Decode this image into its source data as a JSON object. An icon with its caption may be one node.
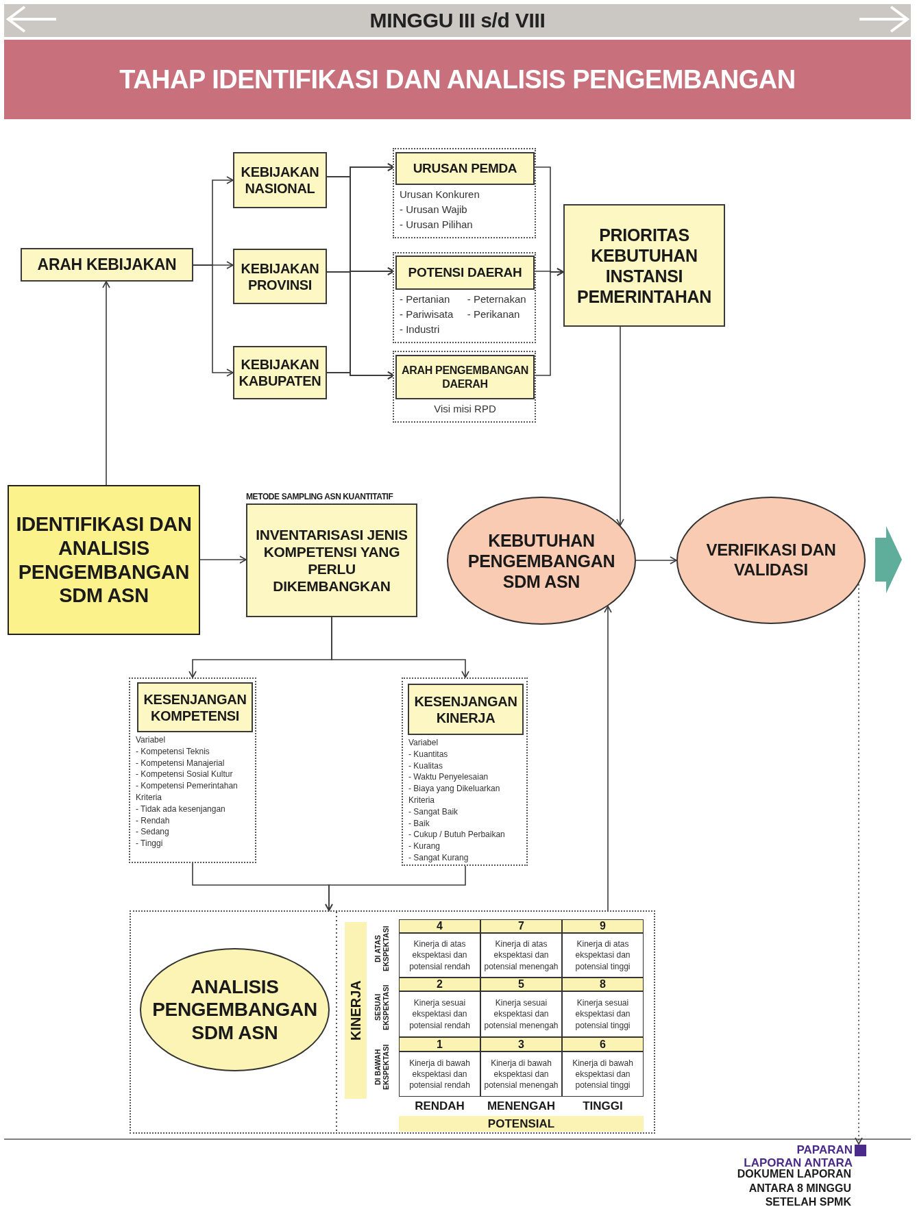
{
  "diagram": {
    "title": "TAHAP IDENTIFIKASI DAN ANALISIS PENGEMBANGAN",
    "nodes": [
      {
        "text": [
          "MINGGU III s/d VIII"
        ]
      },
      {
        "text": [
          "ARAH KEBIJAKAN"
        ]
      },
      {
        "text": [
          "KEBIJAKAN NASIONAL"
        ]
      },
      {
        "text": [
          "KEBIJAKAN PROVINSI"
        ]
      },
      {
        "text": [
          "KEBIJAKAN KABUPATEN"
        ]
      },
      {
        "text": [
          "Urusan Konkuren",
          "- Urusan Wajib",
          "- Urusan Pilihan"
        ]
      },
      {
        "text": [
          "URUSAN PEMDA"
        ],
        "in": 5
      },
      {
        "text": [
          "- Pertanian",
          "- Peternakan",
          "- Pariwisata",
          "- Perikanan",
          "- Industri"
        ]
      },
      {
        "text": [
          "POTENSI DAERAH"
        ],
        "in": 7
      },
      {
        "text": [
          "Visi misi RPD"
        ]
      },
      {
        "text": [
          "ARAH PENGEMBANGAN DAERAH"
        ],
        "in": 9
      },
      {
        "text": [
          "PRIORITAS KEBUTUHAN INSTANSI PEMERINTAHAN"
        ]
      },
      {
        "text": [
          "IDENTIFIKASI DAN ANALISIS PENGEMBANGAN SDM ASN"
        ]
      },
      {
        "text": [
          "INVENTARISASI JENIS KOMPETENSI YANG PERLU DIKEMBANGKAN"
        ],
        "beside": [
          "METODE SAMPLING ASN KUANTITATIF"
        ]
      },
      {
        "text": [
          "KEBUTUHAN PENGEMBANGAN SDM ASN"
        ]
      },
      {
        "text": [
          "VERIFIKASI DAN VALIDASI"
        ]
      },
      {
        "text": [
          "Variabel",
          "- Kompetensi Teknis",
          "- Kompetensi Manajerial",
          "- Kompetensi Sosial Kultur",
          "- Kompetensi Pemerintahan",
          "Kriteria",
          "- Tidak ada kesenjangan",
          "- Rendah",
          "- Sedang",
          "- Tinggi"
        ]
      },
      {
        "text": [
          "KESENJANGAN KOMPETENSI"
        ],
        "in": 16
      },
      {
        "text": [
          "Variabel",
          "- Kuantitas",
          "- Kualitas",
          "- Waktu Penyelesaian",
          "- Biaya yang Dikeluarkan",
          "Kriteria",
          "- Sangat Baik",
          "- Baik",
          "- Cukup / Butuh Perbaikan",
          "- Kurang",
          "- Sangat Kurang"
        ]
      },
      {
        "text": [
          "KESENJANGAN KINERJA"
        ],
        "in": 18
      },
      {
        "text": [],
        "shape": "box"
      },
      {
        "text": [
          "ANALISIS PENGEMBANGAN SDM ASN"
        ],
        "in": 20
      },
      {
        "text": [
          "PAPARAN LAPORAN ANTARA"
        ]
      }
    ],
    "edges": [
      {
        "from": 12,
        "to": 1,
        "arrow": "to"
      },
      {
        "from": 1,
        "to": 2,
        "arrow": "to"
      },
      {
        "from": 1,
        "to": 3,
        "arrow": "to"
      },
      {
        "from": 1,
        "to": 4,
        "arrow": "to"
      },
      {
        "from": 2,
        "to": 6,
        "arrow": "to"
      },
      {
        "from": 2,
        "to": 8,
        "arrow": "to"
      },
      {
        "from": 2,
        "to": 10,
        "arrow": "to"
      },
      {
        "from": 3,
        "to": 6,
        "arrow": "to"
      },
      {
        "from": 3,
        "to": 8,
        "arrow": "to"
      },
      {
        "from": 3,
        "to": 10,
        "arrow": "to"
      },
      {
        "from": 4,
        "to": 6,
        "arrow": "to"
      },
      {
        "from": 4,
        "to": 8,
        "arrow": "to"
      },
      {
        "from": 4,
        "to": 10,
        "arrow": "to"
      },
      {
        "from": 6,
        "to": 11,
        "arrow": "to"
      },
      {
        "from": 8,
        "to": 11,
        "arrow": "to"
      },
      {
        "from": 10,
        "to": 11,
        "arrow": "to"
      },
      {
        "from": 11,
        "to": 14,
        "arrow": "to"
      },
      {
        "from": 12,
        "to": 13,
        "arrow": "to"
      },
      {
        "from": 13,
        "to": 16,
        "arrow": "to"
      },
      {
        "from": 13,
        "to": 18,
        "arrow": "to"
      },
      {
        "from": 16,
        "to": 20,
        "arrow": "to"
      },
      {
        "from": 18,
        "to": 20,
        "arrow": "to"
      },
      {
        "from": 20,
        "to": 14,
        "arrow": "to"
      },
      {
        "from": 14,
        "to": 15,
        "arrow": "to"
      },
      {
        "from": 15,
        "to": 22,
        "arrow": "to",
        "style": "dashed"
      }
    ],
    "labels": [
      "KINERJA",
      "DI ATAS EKSPEKTASI",
      "4",
      "Kinerja di atas ekspektasi dan potensial rendah",
      "7",
      "Kinerja di atas ekspektasi dan potensial menengah",
      "9",
      "Kinerja di atas ekspektasi dan potensial tinggi",
      "SESUAI EKSPEKTASI",
      "2",
      "Kinerja sesuai ekspektasi dan potensial rendah",
      "5",
      "Kinerja sesuai ekspektasi dan potensial menengah",
      "8",
      "Kinerja sesuai ekspektasi dan potensial tinggi",
      "DI BAWAH EKSPEKTASI",
      "1",
      "Kinerja di bawah ekspektasi dan potensial rendah",
      "3",
      "Kinerja di bawah ekspektasi dan potensial menengah",
      "6",
      "Kinerja di bawah ekspektasi dan potensial tinggi",
      "RENDAH",
      "MENENGAH",
      "TINGGI",
      "POTENSIAL",
      "DOKUMEN LAPORAN ANTARA 8 MINGGU SETELAH SPMK"
    ]
  }
}
